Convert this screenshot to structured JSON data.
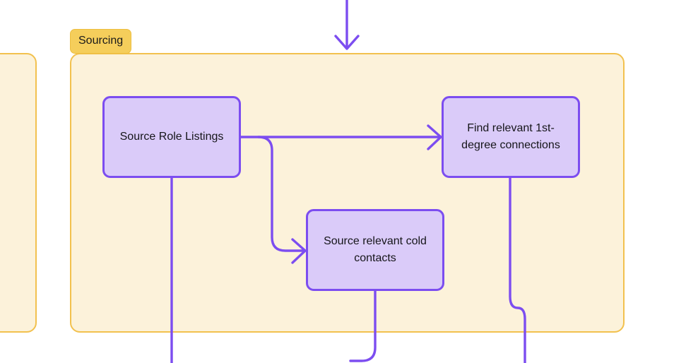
{
  "diagram": {
    "type": "flowchart",
    "title_badge": "Sourcing",
    "colors": {
      "canvas_background": "#FFFFFF",
      "group_background": "#FCF2DA",
      "group_border": "#F2C14E",
      "badge_background": "#F5CE5B",
      "badge_border": "#EDBE3F",
      "node_background": "#DACBF9",
      "node_border": "#7C4DF0",
      "edge_stroke": "#7C4DF0",
      "text": "#16161A"
    },
    "groups": [
      {
        "name": "sourcing",
        "label": "Sourcing",
        "clipped": false
      },
      {
        "name": "adjacent-group-partial",
        "label": "",
        "clipped": true
      }
    ],
    "nodes": [
      {
        "name": "source-role-listings",
        "label": "Source Role Listings",
        "group": "Sourcing"
      },
      {
        "name": "find-relevant-first-degree-connections",
        "label": "Find relevant 1st-degree connections",
        "group": "Sourcing"
      },
      {
        "name": "source-relevant-cold-contacts",
        "label": "Source relevant cold contacts",
        "group": "Sourcing"
      }
    ],
    "edges": [
      {
        "name": "edge-incoming-top",
        "from": "",
        "to": "Sourcing",
        "label": "",
        "arrowhead": "chevron",
        "direction": "down"
      },
      {
        "name": "edge-role-listings-to-find-connections",
        "from": "Source Role Listings",
        "to": "Find relevant 1st-degree connections",
        "label": "",
        "arrowhead": "chevron",
        "direction": "right"
      },
      {
        "name": "edge-role-listings-to-cold-contacts",
        "from": "Source Role Listings",
        "to": "Source relevant cold contacts",
        "label": "",
        "arrowhead": "chevron",
        "direction": "down-right"
      },
      {
        "name": "edge-role-listings-outgoing-down",
        "from": "Source Role Listings",
        "to": "",
        "label": "",
        "arrowhead": "none",
        "direction": "down"
      },
      {
        "name": "edge-cold-contacts-outgoing-down",
        "from": "Source relevant cold contacts",
        "to": "",
        "label": "",
        "arrowhead": "none",
        "direction": "down-left"
      },
      {
        "name": "edge-find-connections-outgoing-down",
        "from": "Find relevant 1st-degree connections",
        "to": "",
        "label": "",
        "arrowhead": "none",
        "direction": "down"
      }
    ]
  }
}
